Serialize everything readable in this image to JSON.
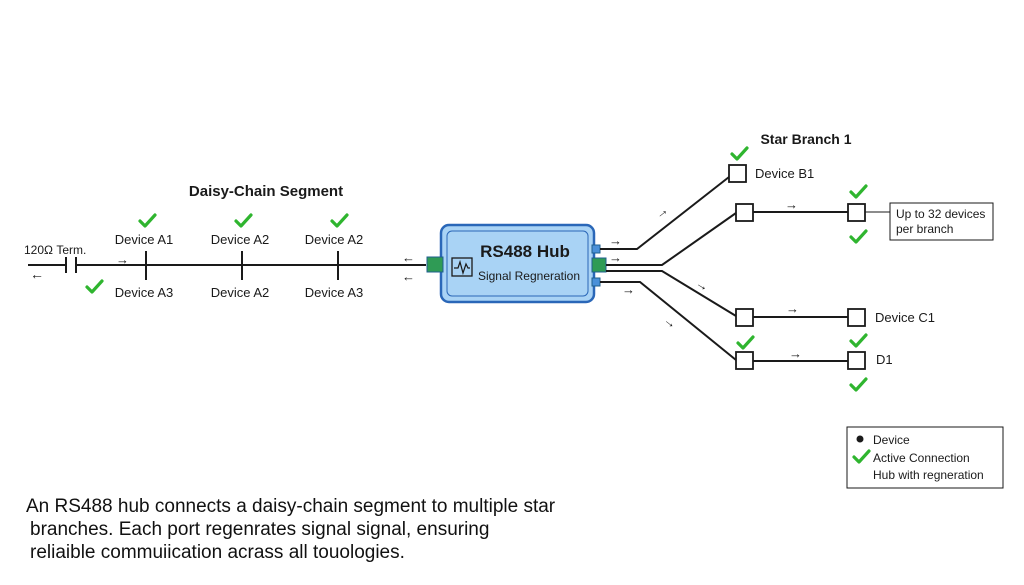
{
  "daisy_chain": {
    "title": "Daisy-Chain Segment",
    "termination_label": "120Ω Term.",
    "top_labels": [
      "Device A1",
      "Device A2",
      "Device A2"
    ],
    "bottom_labels": [
      "Device A3",
      "Device A2",
      "Device A3"
    ]
  },
  "hub": {
    "title": "RS488 Hub",
    "subtitle": "Signal Regneration"
  },
  "star": {
    "title": "Star Branch 1",
    "device_b1": "Device B1",
    "device_c1": "Device C1",
    "device_d1": "D1",
    "note_line1": "Up to 32 devices",
    "note_line2": "per branch"
  },
  "legend": {
    "device": "Device",
    "active": "Active Connection",
    "hub": "Hub with regneration"
  },
  "caption": {
    "line1": "An RS488 hub connects a daisy-chain segment to multiple star",
    "line2": "branches. Each port regenrates signal signal, ensuring",
    "line3": "reliaible commuiication acrass all touologies."
  },
  "colors": {
    "check": "#2fb52f",
    "hub_fill": "#a9d3f5",
    "hub_border": "#2a67b8",
    "port": "#2f9b55",
    "line": "#1a1a1a"
  }
}
